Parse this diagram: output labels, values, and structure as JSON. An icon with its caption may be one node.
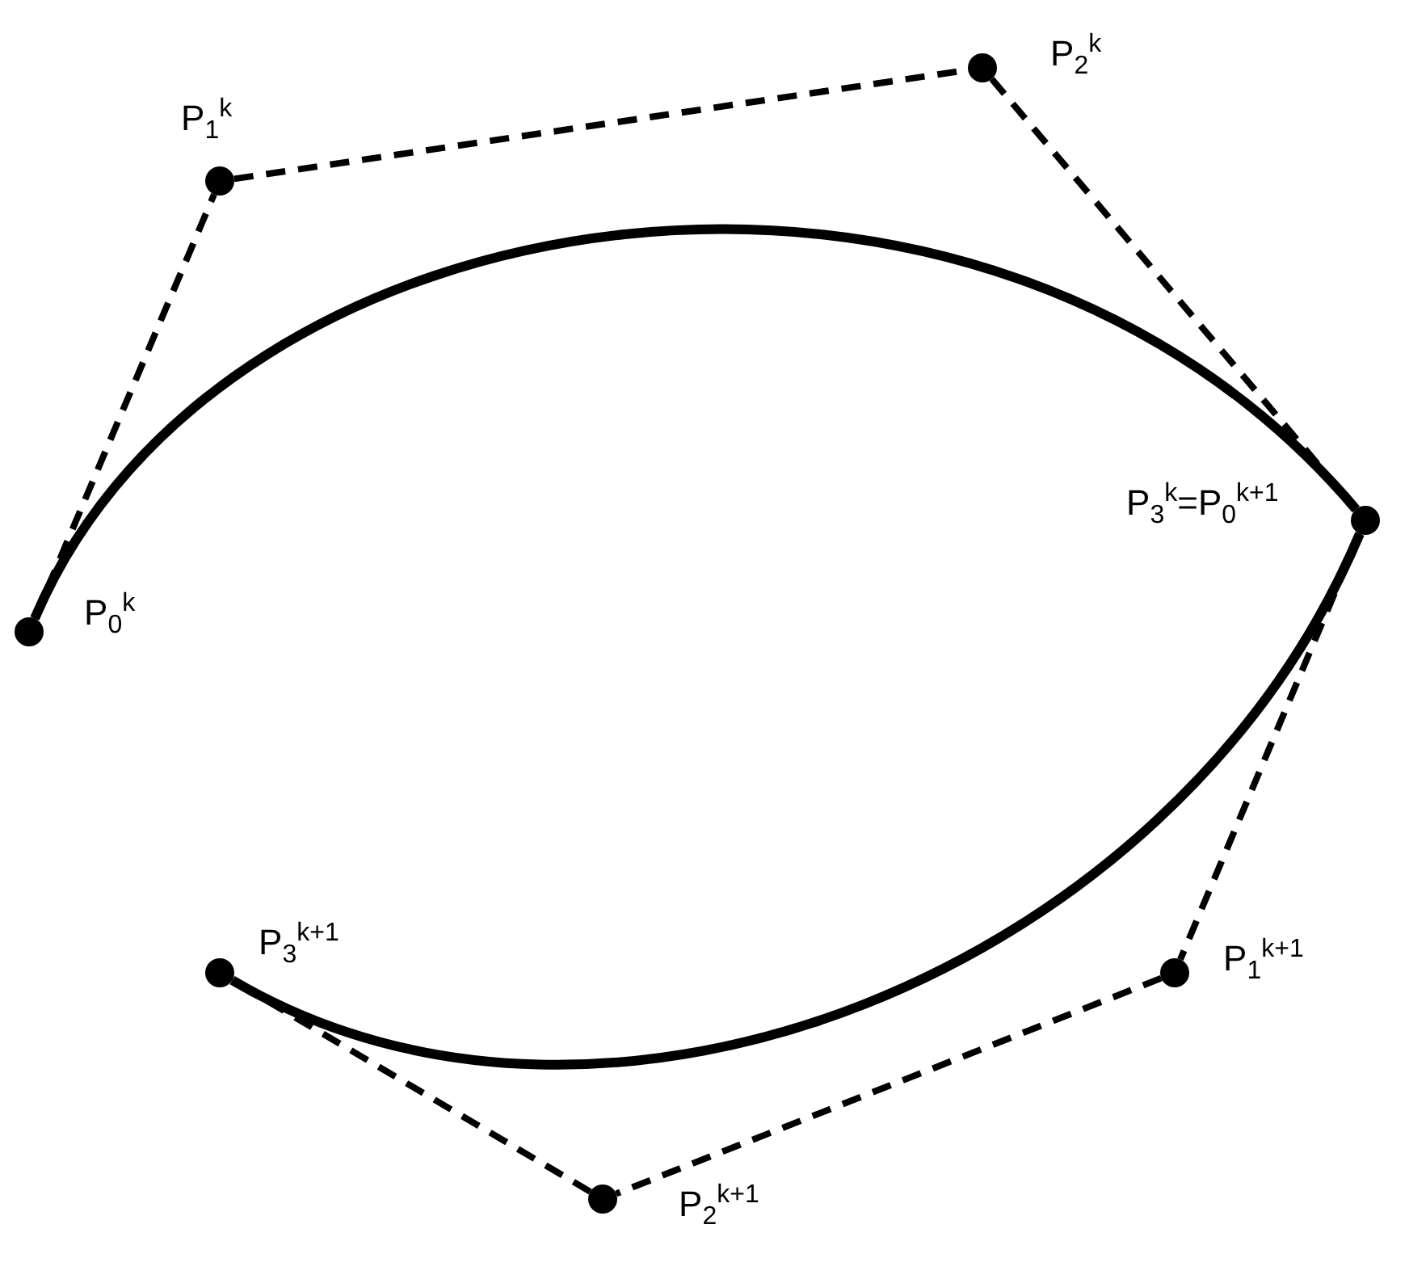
{
  "diagram": {
    "nodes": [
      {
        "text": [],
        "shape": "circle",
        "beside": [
          "P$_{2}$$^{k}$"
        ]
      },
      {
        "text": [],
        "shape": "circle",
        "beside": [
          "P$_{1}$$^{k}$"
        ]
      },
      {
        "text": [],
        "shape": "circle",
        "beside": [
          "P$_{3}$$^{k}$=P$_{0}$$^{k+1}$"
        ]
      },
      {
        "text": [],
        "shape": "circle",
        "beside": [
          "P$_{0}$$^{k}$"
        ]
      },
      {
        "text": [],
        "shape": "circle",
        "beside": [
          "P$_{3}$$^{k+1}$"
        ]
      },
      {
        "text": [],
        "shape": "circle",
        "beside": [
          "P$_{1}$$^{k+1}$"
        ]
      },
      {
        "text": [],
        "shape": "circle",
        "beside": [
          "P$_{2}$$^{k+1}$"
        ]
      }
    ],
    "edges": [
      {
        "from": 3,
        "to": 1,
        "arrow": "none",
        "style": "dashed"
      },
      {
        "from": 1,
        "to": 0,
        "arrow": "none",
        "style": "dashed"
      },
      {
        "from": 0,
        "to": 2,
        "arrow": "none",
        "style": "dashed"
      },
      {
        "from": 2,
        "to": 5,
        "arrow": "none",
        "style": "dashed"
      },
      {
        "from": 5,
        "to": 6,
        "arrow": "none",
        "style": "dashed"
      },
      {
        "from": 6,
        "to": 4,
        "arrow": "none",
        "style": "dashed"
      },
      {
        "from": 3,
        "to": 2,
        "arrow": "none"
      },
      {
        "from": 2,
        "to": 4,
        "arrow": "none"
      }
    ]
  }
}
